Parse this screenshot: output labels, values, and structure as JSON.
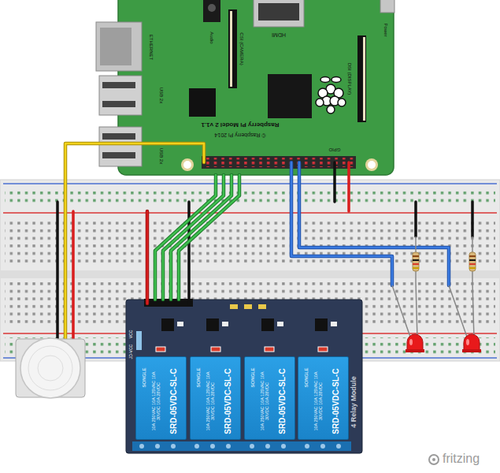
{
  "diagram": {
    "nodes": [
      {
        "text": [
          "ETHERNET",
          "USB 2x",
          "USB 2x",
          "Audio",
          "CSI (CAMERA)",
          "HDMI",
          "Power",
          "DSI (DISPLAY)",
          "Raspberry Pi Model 2 v1.1",
          "© Raspberry Pi 2014",
          "GPIO"
        ]
      },
      {
        "text": [
          "VCC",
          "JD-VCC",
          "4 Relay Module"
        ]
      },
      {
        "text": [
          "SONGLE",
          "10A 250VAC 10A 125VAC 10A 30VDC 10A 28VDC",
          "SRD-05VDC-SL-C"
        ],
        "in": 1
      },
      {
        "text": [
          "SONGLE",
          "10A 250VAC 10A 125VAC 10A 30VDC 10A 28VDC",
          "SRD-05VDC-SL-C"
        ],
        "in": 1
      },
      {
        "text": [
          "SONGLE",
          "10A 250VAC 10A 125VAC 10A 30VDC 10A 28VDC",
          "SRD-05VDC-SL-C"
        ],
        "in": 1
      },
      {
        "text": [
          "SONGLE",
          "10A 250VAC 10A 125VAC 10A 30VDC 10A 28VDC",
          "SRD-05VDC-SL-C"
        ],
        "in": 1
      }
    ],
    "edges": [
      {
        "from": 0,
        "to": 1,
        "arrow": "none"
      },
      {
        "from": 0,
        "to": 1,
        "arrow": "none"
      },
      {
        "from": 0,
        "to": 1,
        "arrow": "none"
      },
      {
        "from": 0,
        "to": 1,
        "arrow": "none"
      }
    ],
    "labels": [
      "fritzing"
    ]
  }
}
